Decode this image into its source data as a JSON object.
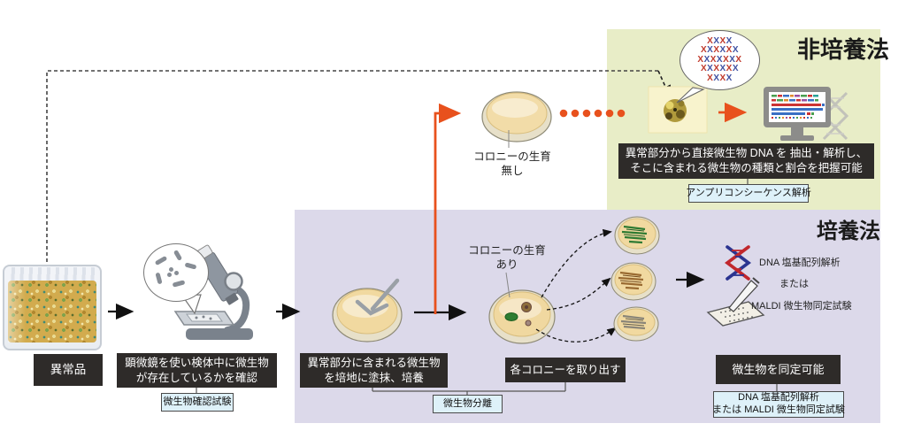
{
  "panels": {
    "non_culture": {
      "title": "非培養法"
    },
    "culture": {
      "title": "培養法"
    }
  },
  "labels": {
    "abnormal_item": "異常品",
    "microscope_line1": "顕微鏡を使い検体中に微生物",
    "microscope_line2": "が存在しているかを確認",
    "confirm_test": "微生物確認試験",
    "plating_line1": "異常部分に含まれる微生物",
    "plating_line2": "を培地に塗抹、培養",
    "separation_test": "微生物分離",
    "pick_colonies": "各コロニーを取り出す",
    "colony_growth": "コロニーの生育",
    "colony_none": "無し",
    "colony_present": "あり",
    "identify_result": "微生物を同定可能",
    "identify_test_line1": "DNA 塩基配列解析",
    "identify_test_line2": "または MALDI 微生物同定試験",
    "direct_line1": "異常部分から直接微生物 DNA を 抽出・解析し、",
    "direct_line2": "そこに含まれる微生物の種類と割合を把握可能",
    "amplicon_test": "アンプリコンシーケンス解析",
    "method_dna": "DNA 塩基配列解析",
    "method_or": "または",
    "method_maldi": "MALDI 微生物同定試験"
  },
  "non_culture_bubble_rows": [
    "XXXX",
    "XXXXXX",
    "XXXXXXX",
    "XXXXXX",
    "XXXX"
  ],
  "colors": {
    "accent_orange": "#e8511d",
    "panel_green": "#e8edc7",
    "panel_lavender": "#dcd9ea",
    "label_box_bg": "#2e2b29",
    "note_box_bg": "#def1f9",
    "dna_blue": "#2b3490",
    "dna_red": "#c1272d"
  }
}
